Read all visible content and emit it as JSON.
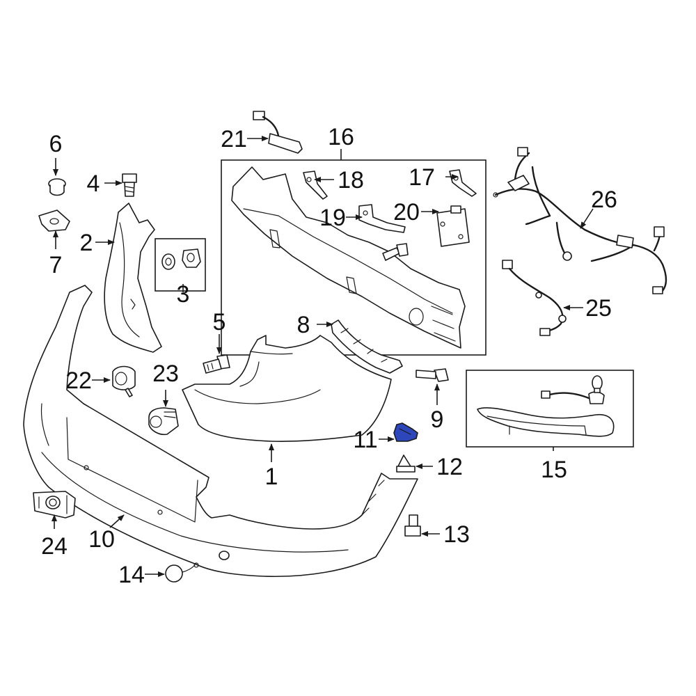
{
  "diagram": {
    "highlight_color": "#2d46b9",
    "highlighted_part": "11",
    "callouts": {
      "c1": "1",
      "c2": "2",
      "c3": "3",
      "c4": "4",
      "c5": "5",
      "c6": "6",
      "c7": "7",
      "c8": "8",
      "c9": "9",
      "c10": "10",
      "c11": "11",
      "c12": "12",
      "c13": "13",
      "c14": "14",
      "c15": "15",
      "c16": "16",
      "c17": "17",
      "c18": "18",
      "c19": "19",
      "c20": "20",
      "c21": "21",
      "c22": "22",
      "c23": "23",
      "c24": "24",
      "c25": "25",
      "c26": "26"
    }
  }
}
